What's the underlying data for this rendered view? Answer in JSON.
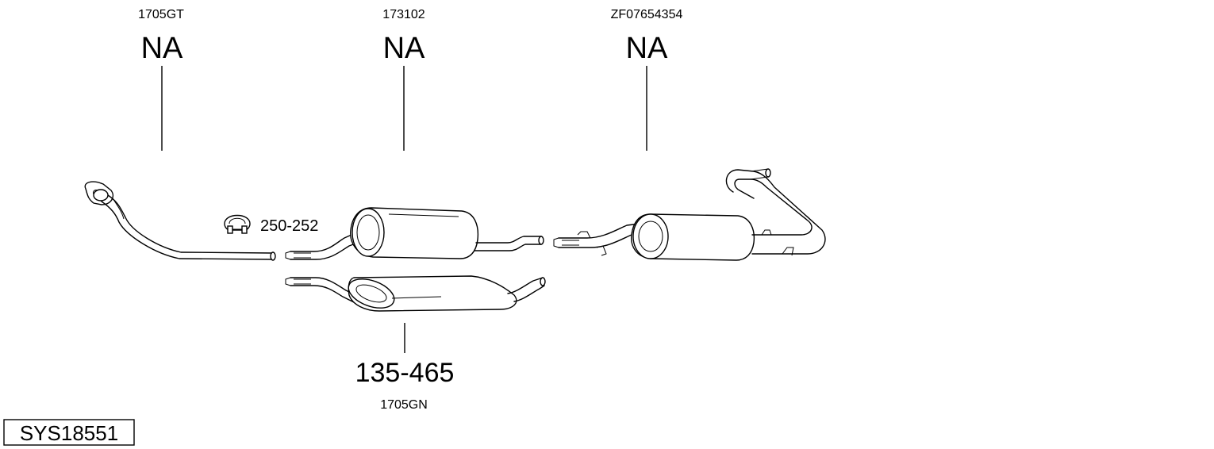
{
  "diagram": {
    "system_id": "SYS18551",
    "clamp": {
      "part_number": "250-252"
    },
    "parts": [
      {
        "code": "1705GT",
        "part_number": "NA"
      },
      {
        "code": "173102",
        "part_number": "NA"
      },
      {
        "code": "ZF07654354",
        "part_number": "NA"
      },
      {
        "code": "1705GN",
        "part_number": "135-465"
      }
    ]
  }
}
